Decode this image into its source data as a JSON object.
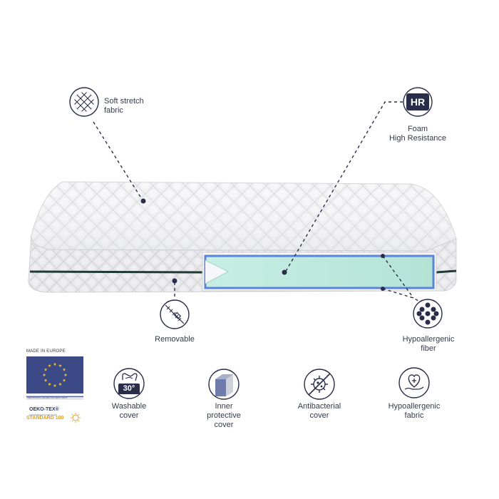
{
  "callouts": {
    "fabric": "Soft stretch\nfabric",
    "hr_badge": "HR",
    "hr_line1": "Foam",
    "hr_line2": "High Resistance",
    "removable": "Removable",
    "hypo_fiber_line1": "Hypoallergenic",
    "hypo_fiber_line2": "fiber"
  },
  "badge": {
    "made_in": "MADE IN EUROPE",
    "cert_small": "CERTIFICATO standard 100 OEKO-TEX®",
    "oeko_name": "OEKO-TEX®",
    "oeko_sub": "CONFIDENCE IN TEXTILES",
    "standard": "STANDARD 100",
    "eu_flag_color": "#3b4a86",
    "star_color": "#f2c230"
  },
  "features": [
    {
      "icon": "washable-30-icon",
      "line1": "Washable",
      "line2": "cover",
      "line3": "",
      "temp": "30°"
    },
    {
      "icon": "inner-cover-icon",
      "line1": "Inner",
      "line2": "protective",
      "line3": "cover"
    },
    {
      "icon": "antibacterial-icon",
      "line1": "Antibacterial",
      "line2": "cover",
      "line3": ""
    },
    {
      "icon": "hypoallergenic-heart-icon",
      "line1": "Hypoallergenic",
      "line2": "fabric",
      "line3": ""
    }
  ],
  "colors": {
    "navy": "#2a2d4a",
    "foam_core": "#bde8dc",
    "foam_edge": "#5b83d6",
    "piping": "#1f3a33"
  }
}
